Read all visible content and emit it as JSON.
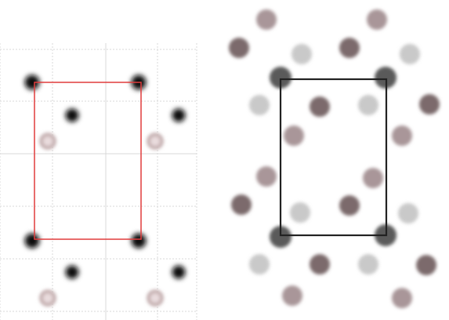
{
  "colors": {
    "background": "#ffffff",
    "grid_line": "#d9d9d9",
    "left_cell_outline": "#e03c3c",
    "right_cell_outline": "#222222",
    "atom_black": "#0d0d0d",
    "atom_dark_gray": "#5a5a5a",
    "atom_mauve_dark": "#7b6a6c",
    "atom_mauve_light": "#a99699",
    "atom_pink_gray": "#c7b3b4",
    "atom_light_gray": "#c9c9c9"
  },
  "panels": [
    {
      "name": "left-projection",
      "style": "grid-with-red-unit-cell"
    },
    {
      "name": "right-projection",
      "style": "black-unit-cell"
    }
  ]
}
